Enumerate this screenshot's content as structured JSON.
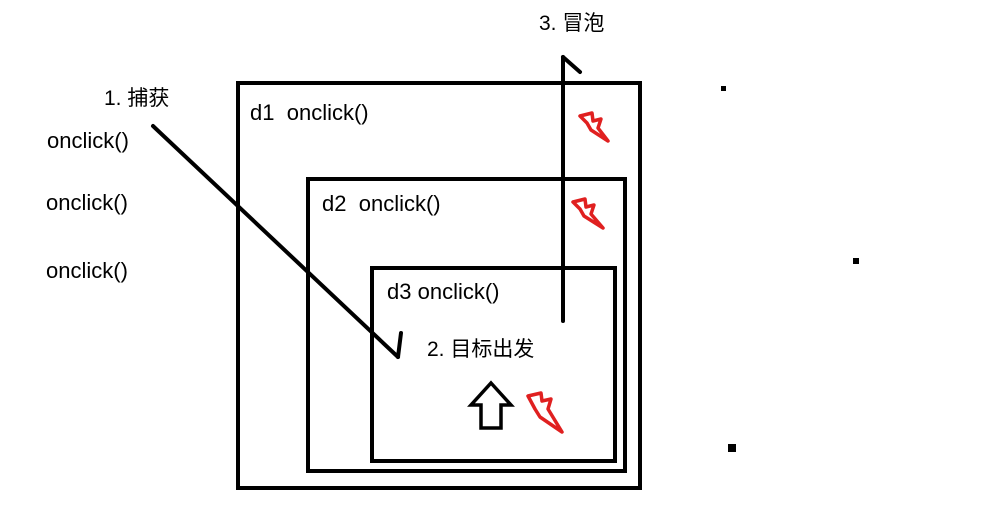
{
  "left_labels": [
    "onclick()",
    "onclick()",
    "onclick()"
  ],
  "boxes": {
    "d1": {
      "name": "d1",
      "handler": "onclick()"
    },
    "d2": {
      "name": "d2",
      "handler": "onclick()"
    },
    "d3": {
      "name": "d3",
      "handler": "onclick()"
    }
  },
  "phases": {
    "capture": "1. 捕获",
    "target": "2. 目标出发",
    "bubble": "3. 冒泡"
  },
  "colors": {
    "line": "#000000",
    "lightning": "#e02020",
    "background": "#ffffff"
  },
  "icons": [
    "lightning-icon",
    "up-arrow-icon",
    "dot-marker"
  ]
}
